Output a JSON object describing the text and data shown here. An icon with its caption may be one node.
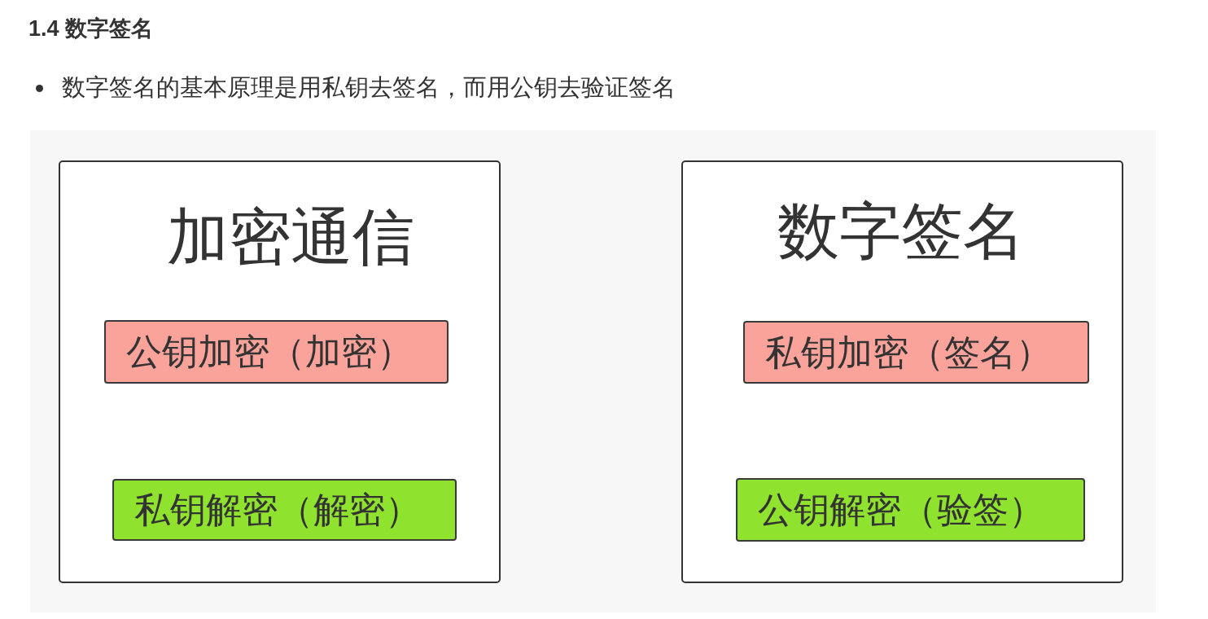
{
  "diagram": {
    "title": "1.4 数字签名",
    "nodes": [
      {
        "text": [
          "加密通信"
        ]
      },
      {
        "text": [
          "公钥加密（加密）"
        ],
        "in": 0
      },
      {
        "text": [
          "私钥解密（解密）"
        ],
        "in": 0
      },
      {
        "text": [
          "数字签名"
        ]
      },
      {
        "text": [
          "私钥加密（签名）"
        ],
        "in": 3
      },
      {
        "text": [
          "公钥解密（验签）"
        ],
        "in": 3
      }
    ],
    "labels": [
      "数字签名的基本原理是用私钥去签名，而用公钥去验证签名"
    ]
  }
}
